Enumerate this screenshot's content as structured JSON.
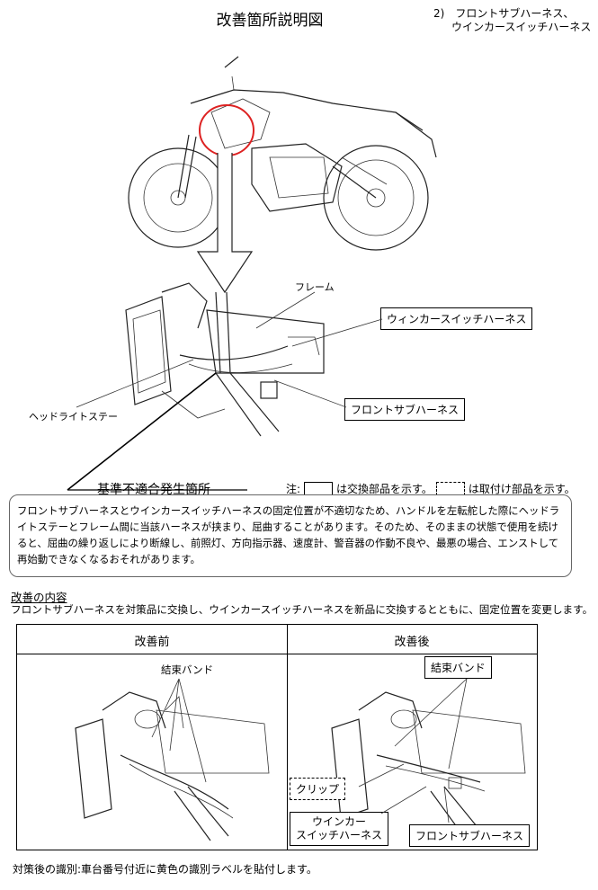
{
  "header": {
    "title": "改善箇所説明図",
    "section_line1": "2)　フロントサブハーネス、",
    "section_line2": "ウインカースイッチハーネス"
  },
  "diagram": {
    "label_frame": "フレーム",
    "label_winker_harness": "ウィンカースイッチハーネス",
    "label_headlight_stay": "ヘッドライトステー",
    "label_front_sub_harness": "フロントサブハーネス"
  },
  "issue": {
    "title": "基準不適合発生箇所",
    "note_prefix": "注:",
    "note_solid": "は交換部品を示す。",
    "note_dashed": "は取付け部品を示す。",
    "description": "フロントサブハーネスとウインカースイッチハーネスの固定位置が不適切なため、ハンドルを左転舵した際にヘッドライトステーとフレーム間に当該ハーネスが挟まり、屈曲することがあります。そのため、そのままの状態で使用を続けると、屈曲の繰り返しにより断線し、前照灯、方向指示器、速度計、警音器の作動不良や、最悪の場合、エンストして再始動できなくなるおそれがあります。"
  },
  "improvement": {
    "heading": "改善の内容",
    "body": "フロントサブハーネスを対策品に交換し、ウインカースイッチハーネスを新品に交換するとともに、固定位置を変更します。",
    "before_header": "改善前",
    "after_header": "改善後",
    "before_label_band": "結束バンド",
    "after_label_band": "結束バンド",
    "after_label_clip": "クリップ",
    "after_label_winker_l1": "ウインカー",
    "after_label_winker_l2": "スイッチハーネス",
    "after_label_front_sub": "フロントサブハーネス"
  },
  "footer": {
    "identification": "対策後の識別:車台番号付近に黄色の識別ラベルを貼付します。"
  }
}
